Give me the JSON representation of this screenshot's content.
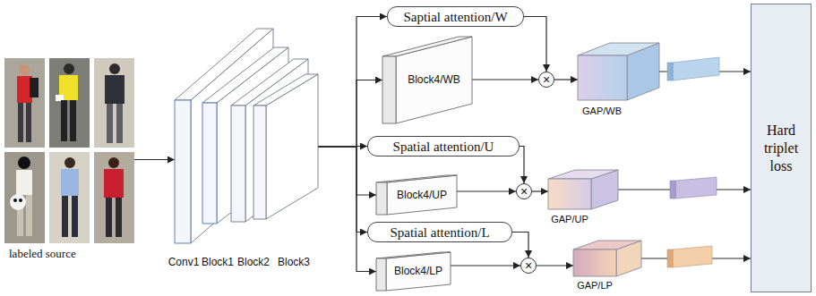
{
  "diagram": {
    "nodes": [
      {
        "text": [
          "labeled source"
        ]
      },
      {
        "text": [
          "Conv1"
        ]
      },
      {
        "text": [
          "Block1"
        ]
      },
      {
        "text": [
          "Block2"
        ]
      },
      {
        "text": [
          "Block3"
        ]
      },
      {
        "text": [
          "Saptial attention/W"
        ]
      },
      {
        "text": [
          "Block4/WB"
        ]
      },
      {
        "text": [
          "×"
        ]
      },
      {
        "text": [
          "GAP/WB"
        ]
      },
      {
        "text": [
          "Spatial attention/U"
        ]
      },
      {
        "text": [
          "Block4/UP"
        ]
      },
      {
        "text": [
          "×"
        ]
      },
      {
        "text": [
          "GAP/UP"
        ]
      },
      {
        "text": [
          "Spatial attention/L"
        ]
      },
      {
        "text": [
          "Block4/LP"
        ]
      },
      {
        "text": [
          "×"
        ]
      },
      {
        "text": [
          "GAP/LP"
        ]
      },
      {
        "text": [
          "Hard triplet loss"
        ]
      }
    ],
    "edges": [
      {
        "from": 0,
        "to": 1,
        "arrow": "to"
      },
      {
        "from": 4,
        "to": 5,
        "arrow": "to"
      },
      {
        "from": 4,
        "to": 6,
        "arrow": "to"
      },
      {
        "from": 4,
        "to": 9,
        "arrow": "to"
      },
      {
        "from": 4,
        "to": 10,
        "arrow": "to"
      },
      {
        "from": 4,
        "to": 13,
        "arrow": "to"
      },
      {
        "from": 4,
        "to": 14,
        "arrow": "to"
      },
      {
        "from": 5,
        "to": 7,
        "arrow": "to"
      },
      {
        "from": 6,
        "to": 7,
        "arrow": "to"
      },
      {
        "from": 7,
        "to": 8,
        "arrow": "to"
      },
      {
        "from": 8,
        "to": 17,
        "arrow": "to"
      },
      {
        "from": 9,
        "to": 11,
        "arrow": "to"
      },
      {
        "from": 10,
        "to": 11,
        "arrow": "to"
      },
      {
        "from": 11,
        "to": 12,
        "arrow": "to"
      },
      {
        "from": 12,
        "to": 17,
        "arrow": "to"
      },
      {
        "from": 13,
        "to": 15,
        "arrow": "to"
      },
      {
        "from": 14,
        "to": 15,
        "arrow": "to"
      },
      {
        "from": 15,
        "to": 16,
        "arrow": "to"
      },
      {
        "from": 16,
        "to": 17,
        "arrow": "to"
      }
    ]
  }
}
